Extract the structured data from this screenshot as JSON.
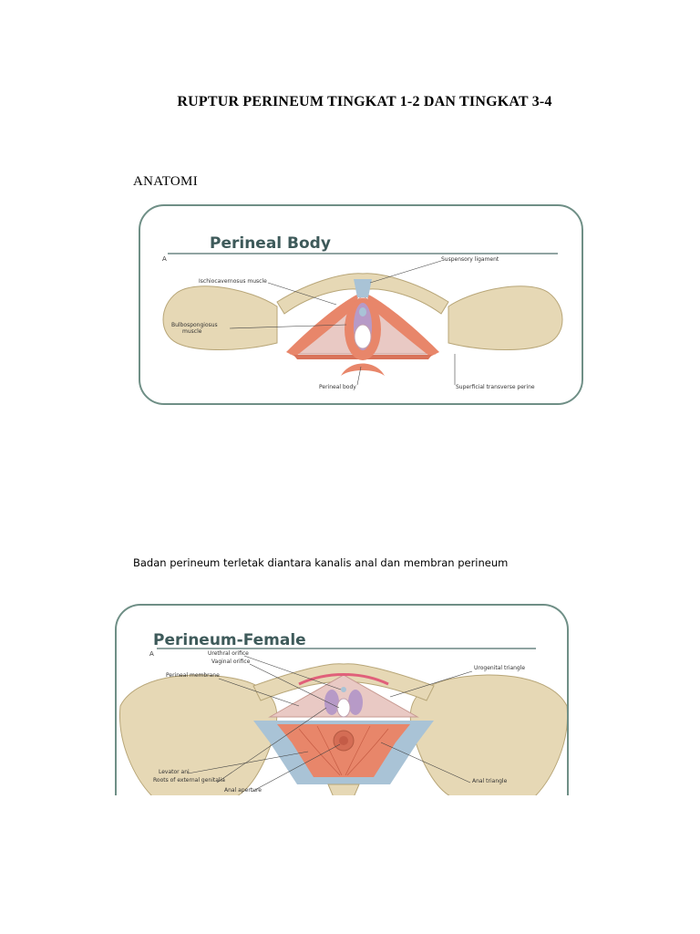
{
  "document": {
    "title": "RUPTUR PERINEUM TINGKAT 1-2 DAN TINGKAT 3-4",
    "section_heading": "ANATOMI",
    "caption": "Badan perineum terletak diantara kanalis anal dan membran perineum"
  },
  "figure1": {
    "title": "Perineal Body",
    "panel_letter": "A",
    "labels": {
      "suspensory_ligament": "Suspensory ligament",
      "ischiocavernosus": "Ischiocavernosus muscle",
      "bulbospongiosus_line1": "Bulbospongiosus",
      "bulbospongiosus_line2": "muscle",
      "perineal_body": "Perineal body",
      "superficial_transverse": "Superficial transverse perine"
    }
  },
  "figure2": {
    "title": "Perineum-Female",
    "panel_letter": "A",
    "labels": {
      "urethral_orifice": "Urethral orifice",
      "vaginal_orifice": "Vaginal orifice",
      "perineal_membrane": "Perineal membrane",
      "urogenital_triangle": "Urogenital triangle",
      "levator_ani": "Levator ani",
      "roots_external_genitalia": "Roots of external genitalia",
      "anal_aperture": "Anal aperture",
      "anal_triangle": "Anal triangle"
    }
  },
  "colors": {
    "frame": "#6f8f86",
    "title": "#3e5a5a",
    "bone": "#e6d8b5",
    "muscle": "#e8866a",
    "membrane": "#e9c9c4",
    "ligament": "#a9c3d6",
    "tissue": "#b79ac7"
  }
}
